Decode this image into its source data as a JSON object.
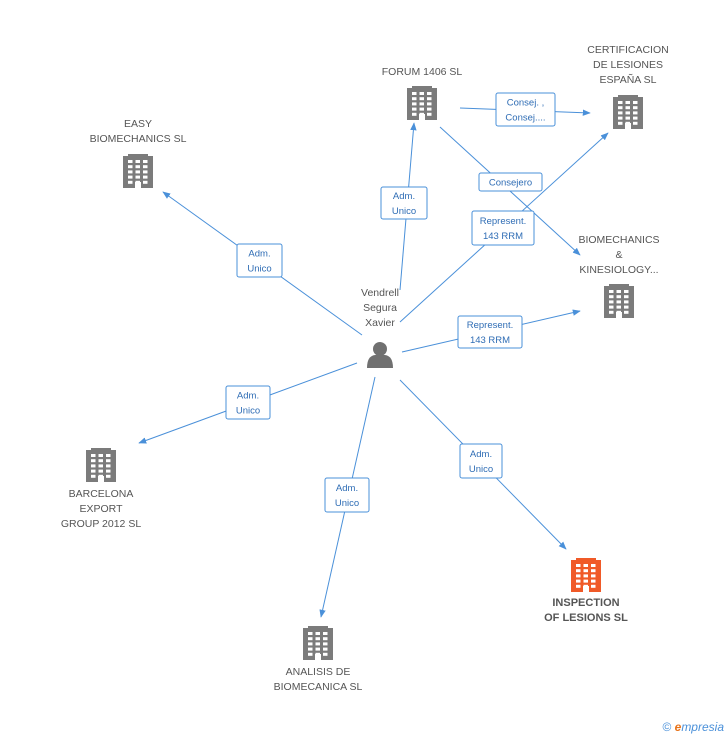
{
  "colors": {
    "building": "#7b7b7b",
    "building_main": "#f05a28",
    "edge": "#4a90d9",
    "person": "#707070"
  },
  "person": {
    "id": "person",
    "lines": [
      "Vendrell",
      "Segura",
      "Xavier"
    ],
    "icon": "person-icon"
  },
  "nodes": [
    {
      "id": "forum",
      "lines": [
        "FORUM 1406 SL"
      ],
      "icon": "building-icon"
    },
    {
      "id": "certificacion",
      "lines": [
        "CERTIFICACION",
        "DE LESIONES",
        "ESPAÑA SL"
      ],
      "icon": "building-icon"
    },
    {
      "id": "easy",
      "lines": [
        "EASY",
        "BIOMECHANICS SL"
      ],
      "icon": "building-icon"
    },
    {
      "id": "biomechanics",
      "lines": [
        "BIOMECHANICS",
        "&",
        "KINESIOLOGY..."
      ],
      "icon": "building-icon"
    },
    {
      "id": "barcelona",
      "lines": [
        "BARCELONA",
        "EXPORT",
        "GROUP 2012 SL"
      ],
      "icon": "building-icon"
    },
    {
      "id": "analisis",
      "lines": [
        "ANALISIS DE",
        "BIOMECANICA SL"
      ],
      "icon": "building-icon"
    },
    {
      "id": "inspection",
      "lines": [
        "INSPECTION",
        "OF LESIONS SL"
      ],
      "icon": "building-icon",
      "main": true
    }
  ],
  "edges": [
    {
      "id": "e-forum",
      "from": "person",
      "to": "forum",
      "label": [
        "Adm.",
        "Unico"
      ]
    },
    {
      "id": "e-forum-cert",
      "from": "forum",
      "to": "certificacion",
      "label": [
        "Consej. ,",
        "Consej...."
      ]
    },
    {
      "id": "e-forum-bio",
      "from": "forum",
      "to": "biomechanics",
      "label": [
        "Consejero"
      ]
    },
    {
      "id": "e-cert",
      "from": "person",
      "to": "certificacion",
      "label": [
        "Represent.",
        "143 RRM"
      ]
    },
    {
      "id": "e-easy",
      "from": "person",
      "to": "easy",
      "label": [
        "Adm.",
        "Unico"
      ]
    },
    {
      "id": "e-bio",
      "from": "person",
      "to": "biomechanics",
      "label": [
        "Represent.",
        "143 RRM"
      ]
    },
    {
      "id": "e-barcelona",
      "from": "person",
      "to": "barcelona",
      "label": [
        "Adm.",
        "Unico"
      ]
    },
    {
      "id": "e-analisis",
      "from": "person",
      "to": "analisis",
      "label": [
        "Adm.",
        "Unico"
      ]
    },
    {
      "id": "e-inspection",
      "from": "person",
      "to": "inspection",
      "label": [
        "Adm.",
        "Unico"
      ]
    }
  ],
  "footer": {
    "copyright": "©",
    "brand_e": "e",
    "brand_rest": "mpresia"
  }
}
